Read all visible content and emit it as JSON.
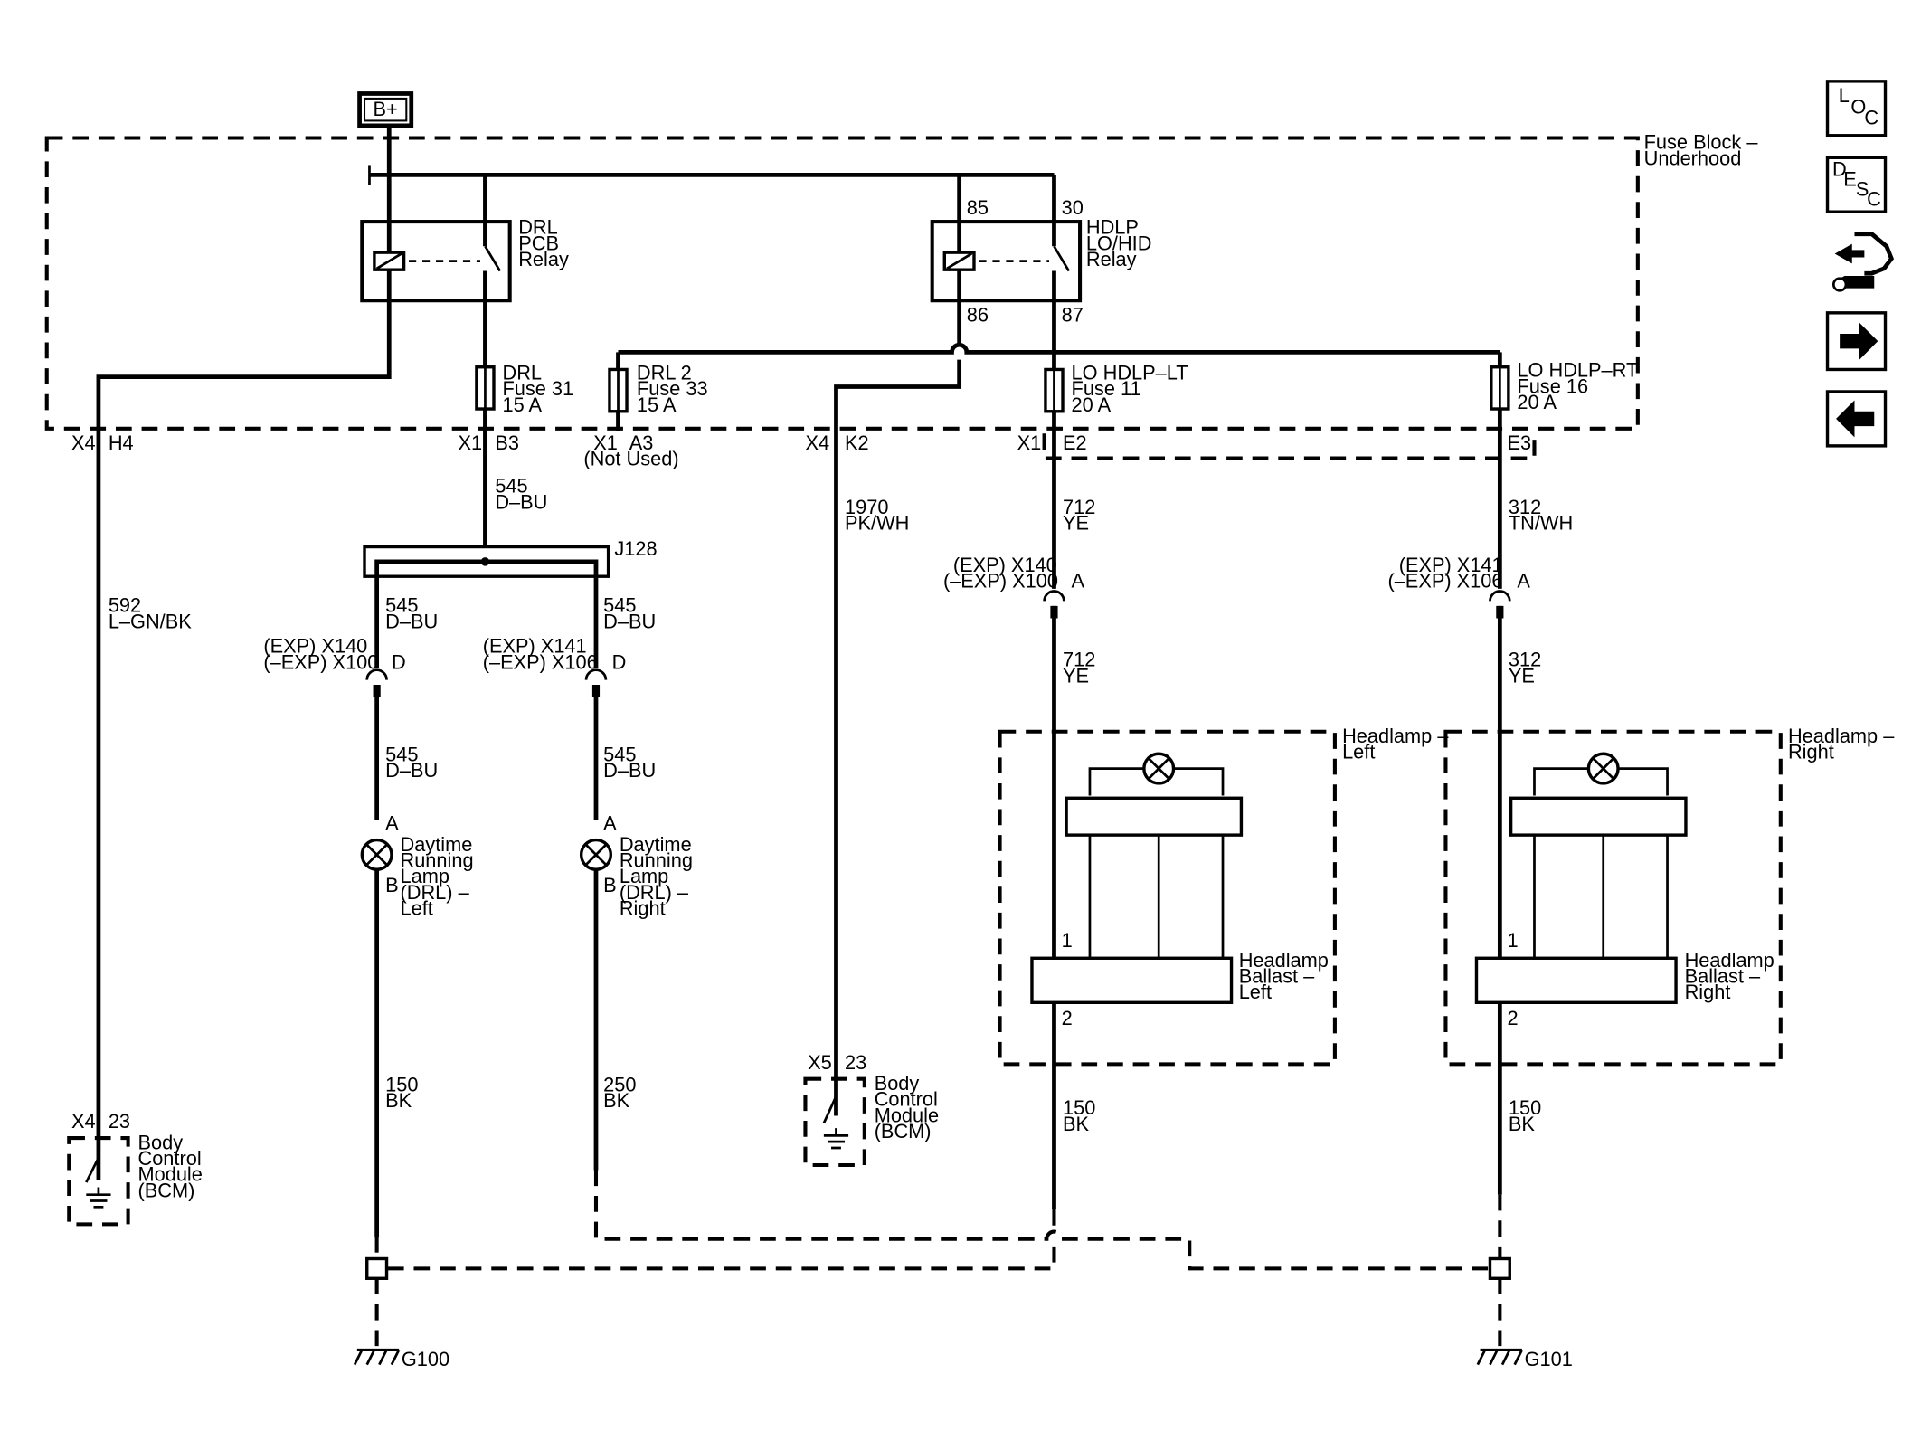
{
  "supply": "B+",
  "fuse_block": {
    "line1": "Fuse Block –",
    "line2": "Underhood"
  },
  "relays": {
    "drl": [
      "DRL",
      "PCB",
      "Relay"
    ],
    "hdlp": [
      "HDLP",
      "LO/HID",
      "Relay"
    ],
    "hdlp_pins": {
      "p85": "85",
      "p30": "30",
      "p86": "86",
      "p87": "87"
    }
  },
  "fuses": {
    "drl": [
      "DRL",
      "Fuse 31",
      "15 A"
    ],
    "drl2": [
      "DRL 2",
      "Fuse 33",
      "15 A"
    ],
    "lo_lt": [
      "LO HDLP–LT",
      "Fuse 11",
      "20 A"
    ],
    "lo_rt": [
      "LO HDLP–RT",
      "Fuse 16",
      "20 A"
    ]
  },
  "connectors": {
    "x4": "X4",
    "h4": "H4",
    "x1_b3": "X1",
    "b3": "B3",
    "x1_a3": "X1",
    "a3": "A3",
    "not_used": "(Not Used)",
    "x4_k2": "X4",
    "k2": "K2",
    "x1_e2": "X1",
    "e2": "E2",
    "e3": "E3"
  },
  "wires": {
    "w592": [
      "592",
      "L–GN/BK"
    ],
    "w545_top": [
      "545",
      "D–BU"
    ],
    "w545_l1": [
      "545",
      "D–BU"
    ],
    "w545_r1": [
      "545",
      "D–BU"
    ],
    "w545_l2": [
      "545",
      "D–BU"
    ],
    "w545_r2": [
      "545",
      "D–BU"
    ],
    "w1970": [
      "1970",
      "PK/WH"
    ],
    "w712_1": [
      "712",
      "YE"
    ],
    "w712_2": [
      "712",
      "YE"
    ],
    "w312_1": [
      "312",
      "TN/WH"
    ],
    "w312_2": [
      "312",
      "YE"
    ],
    "w150_l": [
      "150",
      "BK"
    ],
    "w250": [
      "250",
      "BK"
    ],
    "w150_hl": [
      "150",
      "BK"
    ],
    "w150_hr": [
      "150",
      "BK"
    ]
  },
  "splice": "J128",
  "inline": {
    "x140_l": [
      "(EXP) X140",
      "(–EXP) X100"
    ],
    "pin_d_l": "D",
    "x141_r": [
      "(EXP) X141",
      "(–EXP) X106"
    ],
    "pin_d_r": "D",
    "x140_hl": [
      "(EXP) X140",
      "(–EXP) X100"
    ],
    "pin_a_hl": "A",
    "x141_hr": [
      "(EXP) X141",
      "(–EXP) X106"
    ],
    "pin_a_hr": "A"
  },
  "drl_lamps": {
    "left": [
      "Daytime",
      "Running",
      "Lamp",
      "(DRL) –",
      "Left"
    ],
    "right": [
      "Daytime",
      "Running",
      "Lamp",
      "(DRL) –",
      "Right"
    ],
    "pin_a": "A",
    "pin_b": "B"
  },
  "headlamps": {
    "left": {
      "title": [
        "Headlamp –",
        "Left"
      ],
      "ballast": [
        "Headlamp",
        "Ballast –",
        "Left"
      ],
      "pin1": "1",
      "pin2": "2"
    },
    "right": {
      "title": [
        "Headlamp –",
        "Right"
      ],
      "ballast": [
        "Headlamp",
        "Ballast –",
        "Right"
      ],
      "pin1": "1",
      "pin2": "2"
    }
  },
  "bcm": {
    "left": {
      "conn": "X4",
      "pin": "23",
      "label": [
        "Body",
        "Control",
        "Module",
        "(BCM)"
      ]
    },
    "middle": {
      "conn": "X5",
      "pin": "23",
      "label": [
        "Body",
        "Control",
        "Module",
        "(BCM)"
      ]
    }
  },
  "grounds": {
    "g100": "G100",
    "g101": "G101"
  },
  "nav": {
    "loc": {
      "l1": "L",
      "l2": "O",
      "l3": "C"
    },
    "desc": {
      "l1": "D",
      "l2": "E",
      "l3": "S",
      "l4": "C"
    },
    "icons": [
      "loc-icon",
      "desc-icon",
      "connector-tool-icon",
      "next-arrow-icon",
      "previous-arrow-icon"
    ]
  }
}
